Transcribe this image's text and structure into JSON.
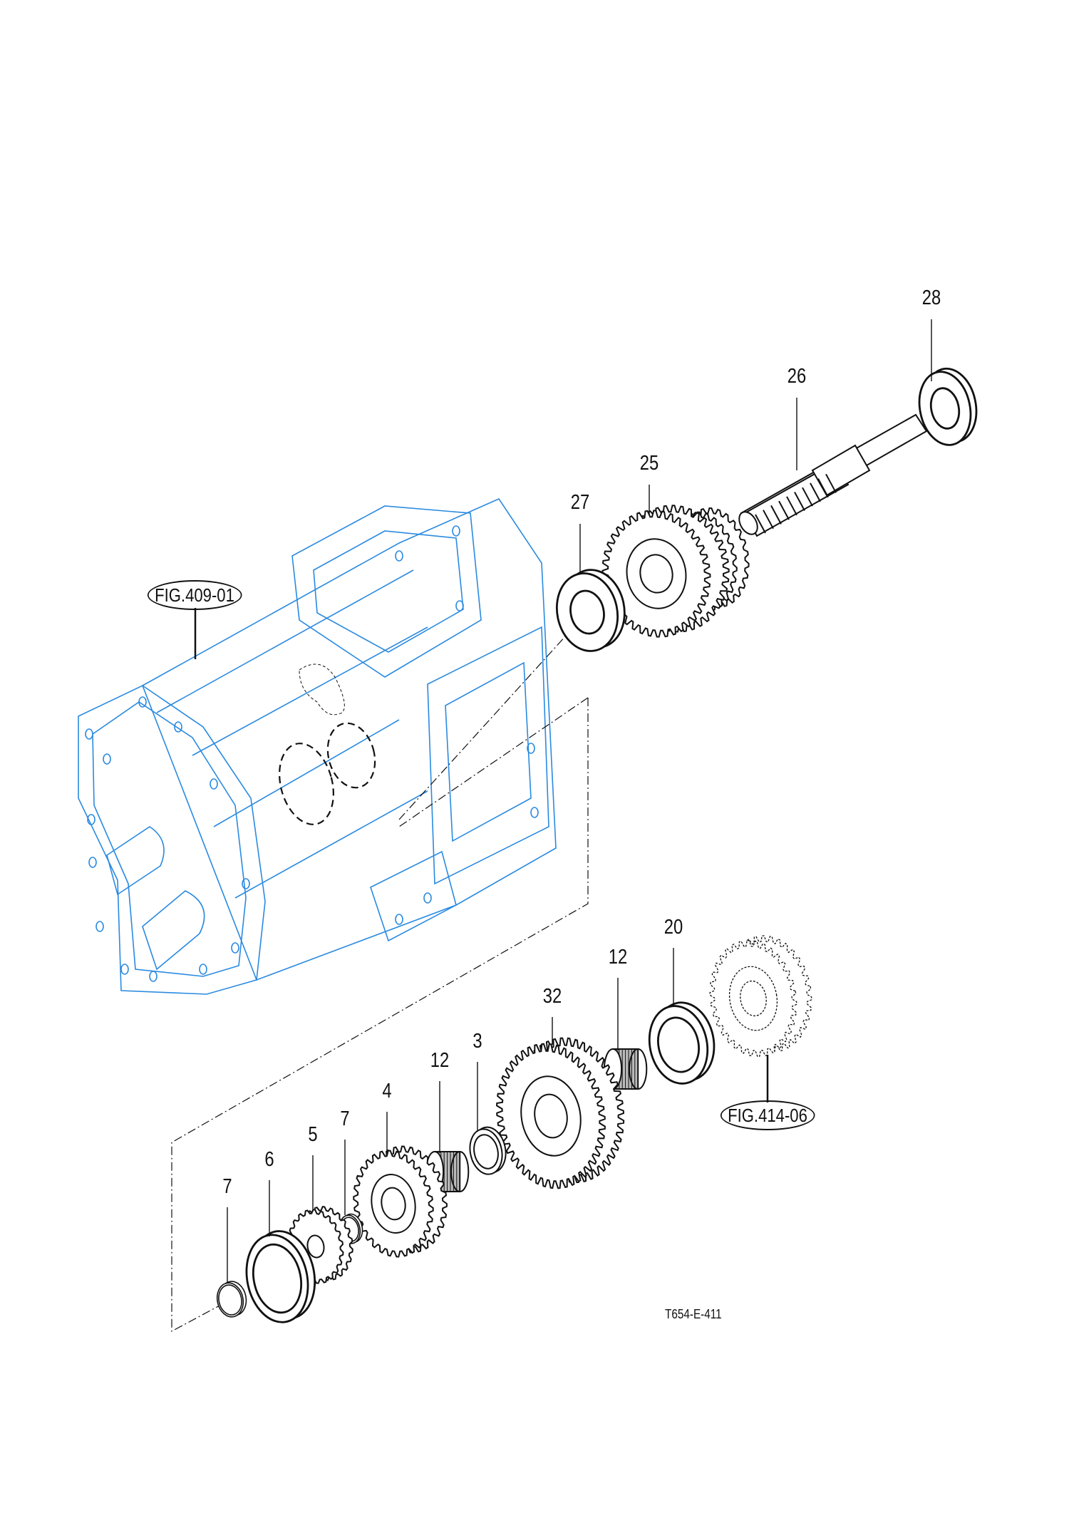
{
  "colors": {
    "housing": "#2a8ae0",
    "parts": "#111111",
    "background": "#ffffff"
  },
  "labels": {
    "p28": "28",
    "p26": "26",
    "p25": "25",
    "p27": "27",
    "p20": "20",
    "p12a": "12",
    "p32": "32",
    "p3": "3",
    "p12b": "12",
    "p4": "4",
    "p7a": "7",
    "p5": "5",
    "p6": "6",
    "p7b": "7"
  },
  "figure_refs": {
    "housing": "FIG.409-01",
    "gear": "FIG.414-06"
  },
  "drawing_code": "T654-E-411"
}
